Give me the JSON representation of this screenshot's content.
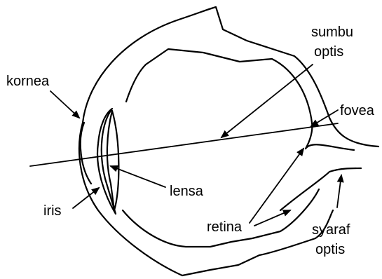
{
  "labels": {
    "kornea": "kornea",
    "sumbu_line1": "sumbu",
    "sumbu_line2": "optis",
    "fovea": "fovea",
    "lensa": "lensa",
    "iris": "iris",
    "retina": "retina",
    "syaraf_line1": "syaraf",
    "syaraf_line2": "optis"
  }
}
